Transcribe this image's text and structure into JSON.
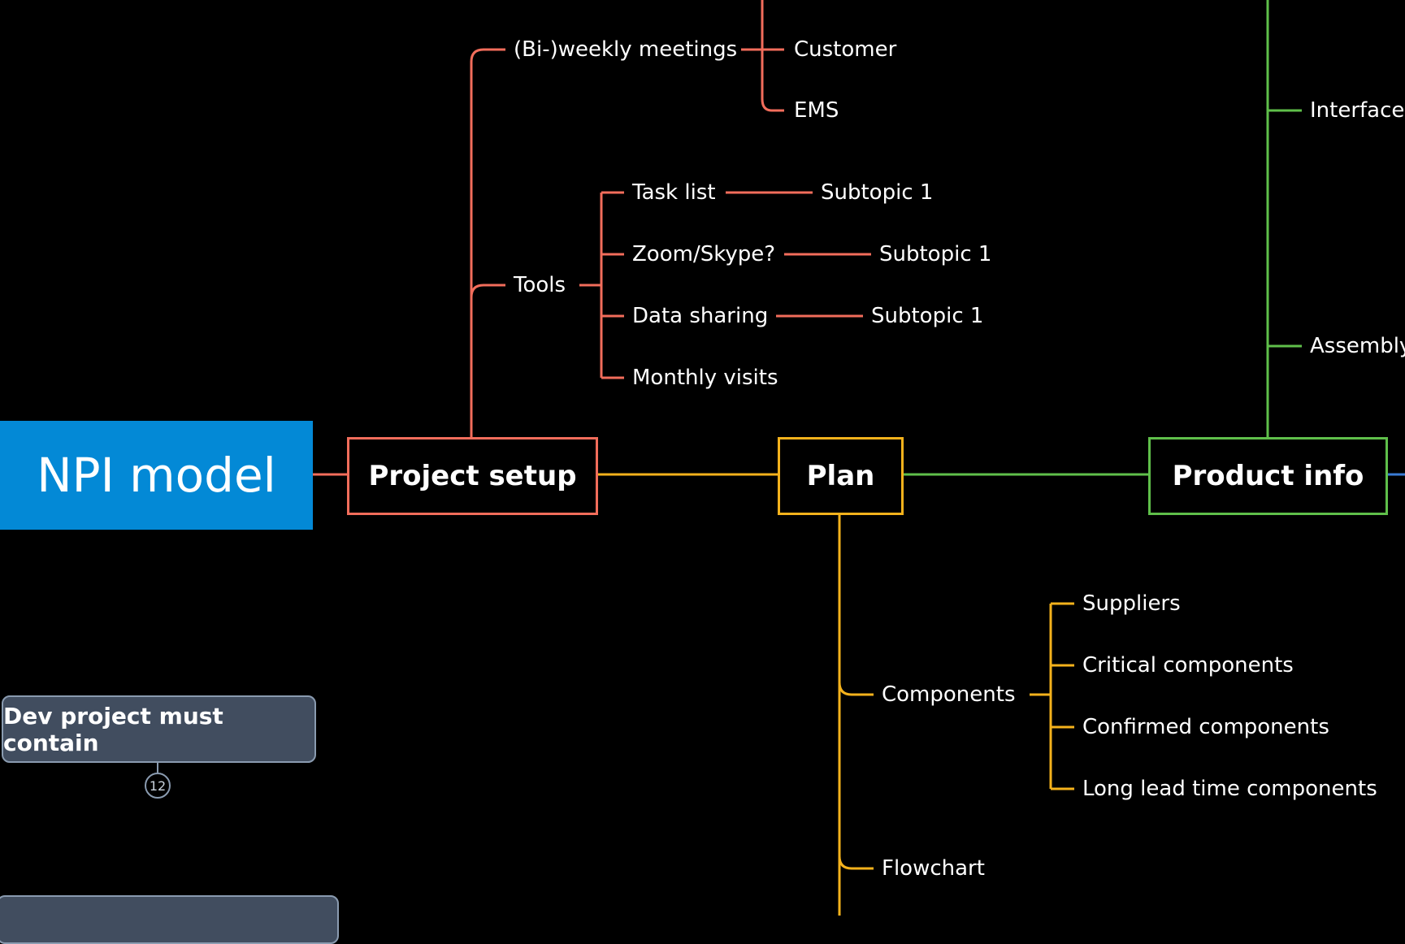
{
  "root": {
    "label": "NPI model",
    "color": "#0389d6"
  },
  "branches": {
    "project_setup": {
      "label": "Project setup",
      "color": "#f26d5b",
      "meetings": {
        "label": "(Bi-)weekly meetings",
        "children": [
          "Customer",
          "EMS"
        ]
      },
      "tools": {
        "label": "Tools",
        "children": [
          {
            "label": "Task list",
            "sub": "Subtopic 1"
          },
          {
            "label": "Zoom/Skype?",
            "sub": "Subtopic 1"
          },
          {
            "label": "Data sharing",
            "sub": "Subtopic 1"
          },
          {
            "label": "Monthly visits"
          }
        ]
      }
    },
    "plan": {
      "label": "Plan",
      "color": "#f5b21c",
      "components": {
        "label": "Components",
        "children": [
          "Suppliers",
          "Critical components",
          "Confirmed components",
          "Long lead time components"
        ]
      },
      "flowchart": {
        "label": "Flowchart"
      }
    },
    "product_info": {
      "label": "Product info",
      "color": "#5fbf4a",
      "children": [
        "Interface",
        "Assembly"
      ]
    }
  },
  "notes": {
    "dev_project": {
      "label": "Dev project must contain",
      "count": "12"
    }
  }
}
